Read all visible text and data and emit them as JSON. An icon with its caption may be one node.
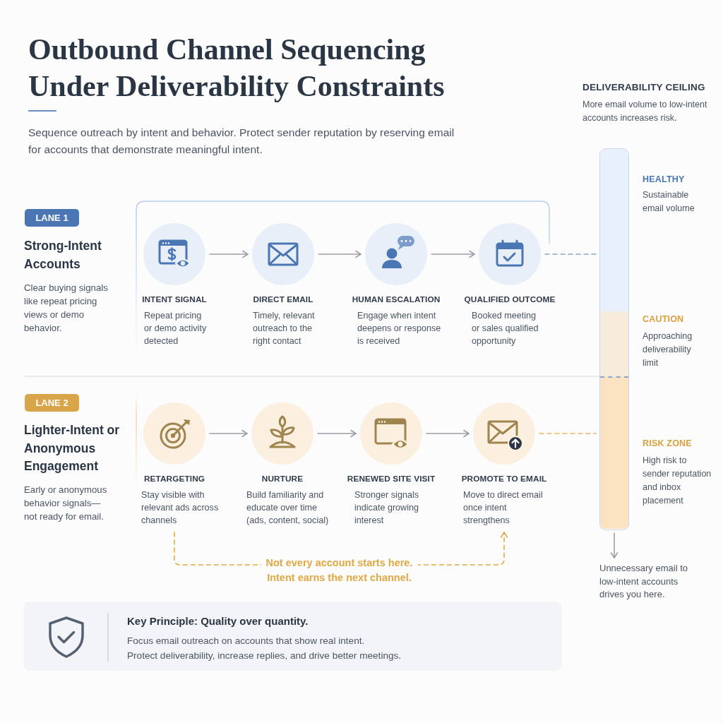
{
  "diagram": {
    "title": "Outbound Channel Sequencing Under Deliverability Constraints",
    "nodes": [
      {
        "text": [
          "LANE 1"
        ],
        "beside": [
          "Strong-Intent Accounts",
          "Clear buying signals like repeat pricing views or demo behavior."
        ]
      },
      {
        "text": [
          "INTENT SIGNAL",
          "Repeat pricing or demo activity detected"
        ]
      },
      {
        "text": [
          "DIRECT EMAIL",
          "Timely, relevant outreach to the right contact"
        ]
      },
      {
        "text": [
          "HUMAN ESCALATION",
          "Engage when intent deepens or response is received"
        ]
      },
      {
        "text": [
          "QUALIFIED OUTCOME",
          "Booked meeting or sales qualified opportunity"
        ]
      },
      {
        "text": [
          "LANE 2"
        ],
        "beside": [
          "Lighter-Intent or Anonymous Engagement",
          "Early or anonymous behavior signals—not ready for email."
        ]
      },
      {
        "text": [
          "RETARGETING",
          "Stay visible with relevant ads across channels"
        ]
      },
      {
        "text": [
          "NURTURE",
          "Build familiarity and educate over time (ads, content, social)"
        ]
      },
      {
        "text": [
          "RENEWED SITE VISIT",
          "Stronger signals indicate growing interest"
        ]
      },
      {
        "text": [
          "PROMOTE TO EMAIL",
          "Move to direct email once intent strengthens"
        ]
      },
      {
        "text": [],
        "shape": "bar",
        "beside": [
          "HEALTHY",
          "Sustainable email volume"
        ]
      },
      {
        "text": [],
        "shape": "bar",
        "beside": [
          "CAUTION",
          "Approaching deliverability limit"
        ]
      },
      {
        "text": [],
        "shape": "bar",
        "beside": [
          "RISK ZONE",
          "High risk to sender reputation and inbox placement"
        ]
      },
      {
        "text": [
          "Unnecessary email to low-intent accounts drives you here."
        ]
      },
      {
        "text": [
          "Key Principle: Quality over quantity.",
          "Focus email outreach on accounts that show real intent.",
          "Protect deliverability, increase replies, and drive better meetings."
        ]
      }
    ],
    "edges": [
      {
        "from": 1,
        "to": 2,
        "arrow": "to"
      },
      {
        "from": 2,
        "to": 3,
        "arrow": "to"
      },
      {
        "from": 3,
        "to": 4,
        "arrow": "to"
      },
      {
        "from": 4,
        "to": 10,
        "arrow": "none",
        "style": "dashed",
        "color": "#8aa6cf"
      },
      {
        "from": 6,
        "to": 7,
        "arrow": "to"
      },
      {
        "from": 7,
        "to": 8,
        "arrow": "to"
      },
      {
        "from": 8,
        "to": 9,
        "arrow": "to"
      },
      {
        "from": 9,
        "to": 12,
        "arrow": "none",
        "style": "dashed",
        "color": "#e6b866"
      },
      {
        "from": 6,
        "to": 9,
        "arrow": "to",
        "style": "dashed",
        "color": "#e0a843",
        "label": "Not every account starts here. Intent earns the next channel."
      },
      {
        "from": 12,
        "to": 13,
        "arrow": "to"
      }
    ],
    "labels": [
      "Sequence outreach by intent and behavior. Protect sender reputation by reserving email for accounts that demonstrate meaningful intent.",
      "DELIVERABILITY CEILING",
      "More email volume to low-intent accounts increases risk."
    ]
  }
}
